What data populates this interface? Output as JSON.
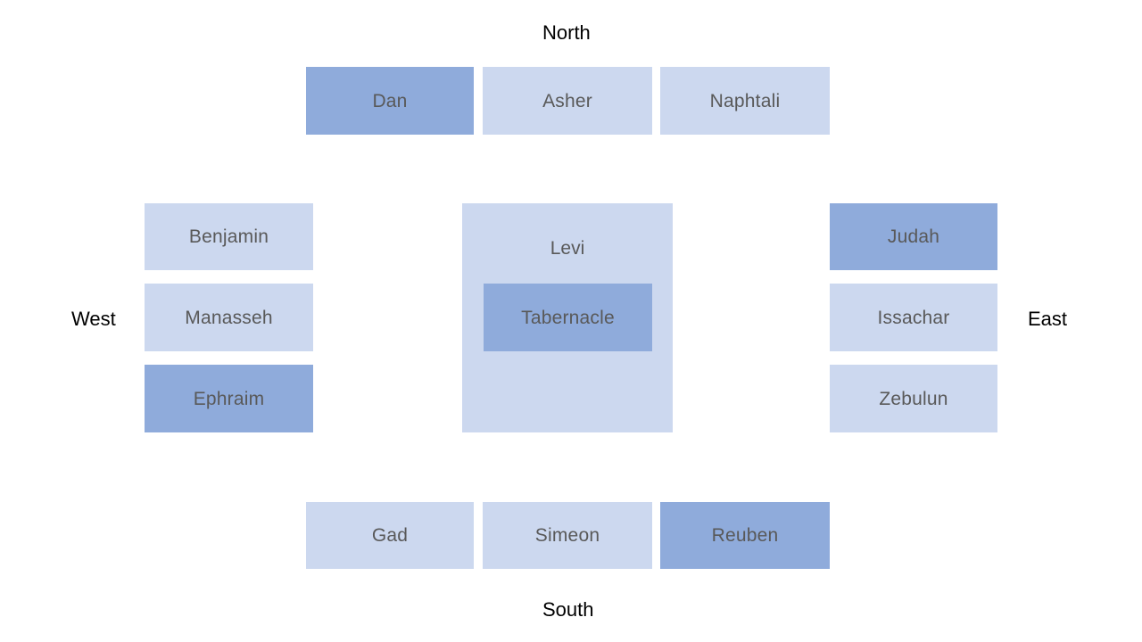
{
  "diagram": {
    "title_visible": false,
    "colors": {
      "highlight": "#8FABDB",
      "standard": "#CCD8EF",
      "box_text": "#595959",
      "direction_text": "#000000",
      "background": "#FFFFFF"
    },
    "directions": {
      "north": "North",
      "south": "South",
      "east": "East",
      "west": "West"
    },
    "north_row": [
      {
        "label": "Dan",
        "highlighted": true
      },
      {
        "label": "Asher",
        "highlighted": false
      },
      {
        "label": "Naphtali",
        "highlighted": false
      }
    ],
    "west_column": [
      {
        "label": "Benjamin",
        "highlighted": false
      },
      {
        "label": "Manasseh",
        "highlighted": false
      },
      {
        "label": "Ephraim",
        "highlighted": true
      }
    ],
    "east_column": [
      {
        "label": "Judah",
        "highlighted": true
      },
      {
        "label": "Issachar",
        "highlighted": false
      },
      {
        "label": "Zebulun",
        "highlighted": false
      }
    ],
    "south_row": [
      {
        "label": "Gad",
        "highlighted": false
      },
      {
        "label": "Simeon",
        "highlighted": false
      },
      {
        "label": "Reuben",
        "highlighted": true
      }
    ],
    "center": {
      "outer_label": "Levi",
      "outer_highlighted": false,
      "inner_label": "Tabernacle",
      "inner_highlighted": true
    }
  }
}
